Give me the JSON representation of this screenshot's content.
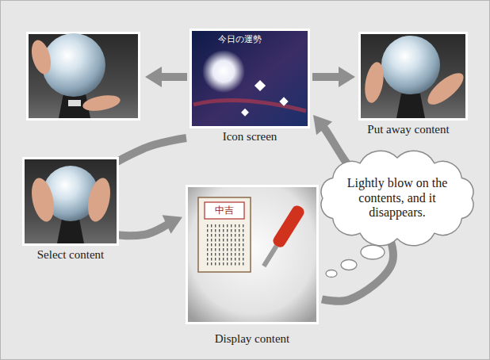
{
  "diagram": {
    "nodes": [
      {
        "text": [
          "Icon screen"
        ]
      },
      {
        "text": [
          "Select content"
        ]
      },
      {
        "text": [
          "Display content"
        ]
      },
      {
        "text": [
          "Lightly blow on the contents, and it disappears."
        ]
      }
    ],
    "edges": [
      {
        "from": 0,
        "to": 2,
        "arrow": "to"
      },
      {
        "from": 2,
        "to": 0,
        "arrow": "to",
        "label": "Put away content"
      }
    ],
    "labels": [
      "今日の運勢",
      "中吉"
    ]
  }
}
